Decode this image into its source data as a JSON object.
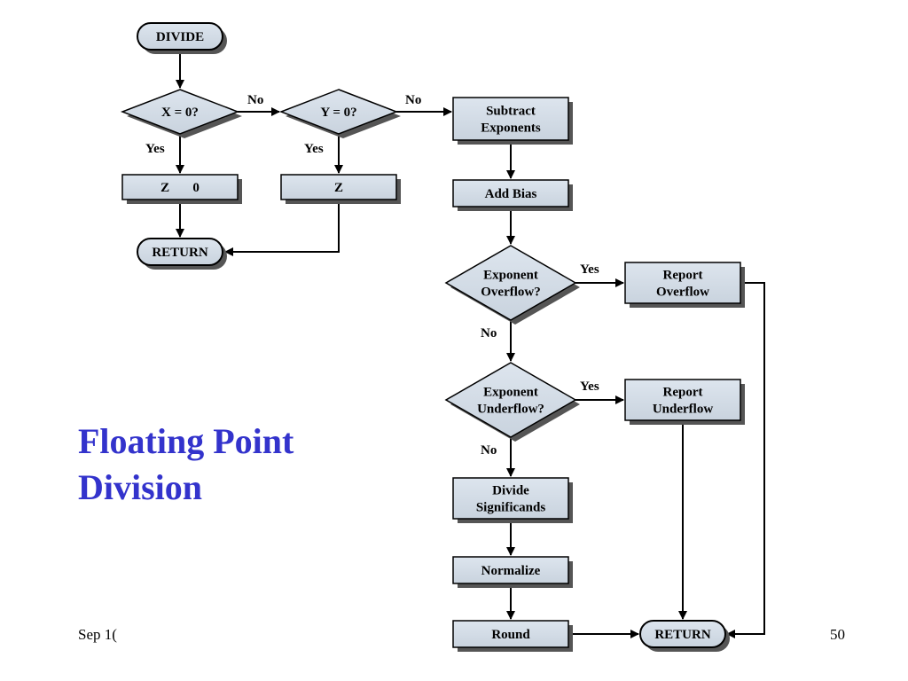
{
  "slide": {
    "title_lines": [
      "Floating Point",
      "Division"
    ],
    "footer_left": "Sep 1(",
    "page_number": "50"
  },
  "flowchart": {
    "nodes": {
      "divide": [
        "DIVIDE"
      ],
      "x_zero": [
        "X = 0?"
      ],
      "y_zero": [
        "Y = 0?"
      ],
      "set_z_0": [
        "Z       0"
      ],
      "set_z": [
        "Z"
      ],
      "return_left": [
        "RETURN"
      ],
      "subtract_exponents": [
        "Subtract",
        "Exponents"
      ],
      "add_bias": [
        "Add Bias"
      ],
      "exponent_overflow": [
        "Exponent",
        "Overflow?"
      ],
      "report_overflow": [
        "Report",
        "Overflow"
      ],
      "exponent_underflow": [
        "Exponent",
        "Underflow?"
      ],
      "report_underflow": [
        "Report",
        "Underflow"
      ],
      "divide_significands": [
        "Divide",
        "Significands"
      ],
      "normalize": [
        "Normalize"
      ],
      "round": [
        "Round"
      ],
      "return_right": [
        "RETURN"
      ]
    },
    "edge_labels": {
      "x_no": "No",
      "y_no": "No",
      "x_yes": "Yes",
      "y_yes": "Yes",
      "overflow_yes": "Yes",
      "overflow_no": "No",
      "underflow_yes": "Yes",
      "underflow_no": "No"
    }
  }
}
